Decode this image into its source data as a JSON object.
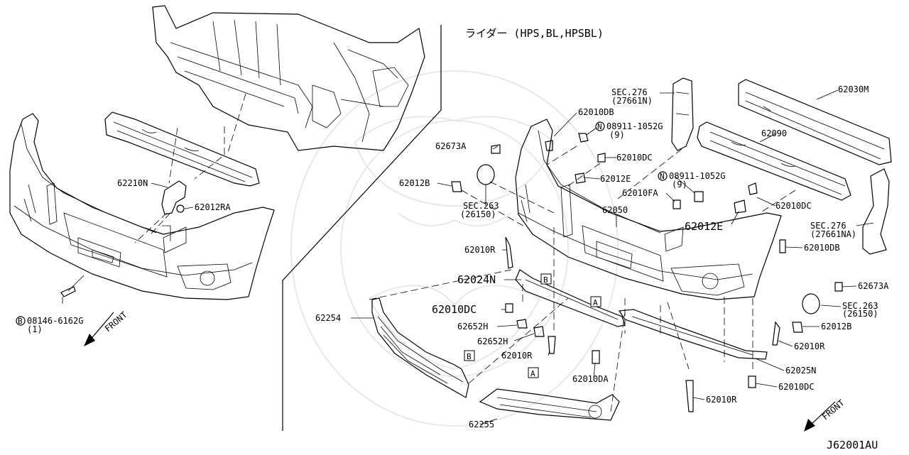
{
  "diagram": {
    "header_note": "ライダー (HPS,BL,HPSBL)",
    "diagram_code": "J62001AU",
    "front_label_left": "FRONT",
    "front_label_right": "FRONT",
    "box_markers": {
      "a": "A",
      "b": "B"
    },
    "labels_left": {
      "p62210N": "62210N",
      "p62012RA": "62012RA",
      "bolt_id": "08146-6162G",
      "bolt_qty": "(1)",
      "bolt_prefix": "B"
    },
    "labels_right": {
      "sec276_a": "SEC.276",
      "sec276_a_sub": "(27661N)",
      "p62030M": "62030M",
      "p62010DB_a": "62010DB",
      "nut_a": "08911-1052G",
      "nut_a_qty": "(9)",
      "nut_prefix": "N",
      "p62673A_a": "62673A",
      "p62010DC_a": "62010DC",
      "p62090": "62090",
      "p62012B_a": "62012B",
      "p62012E_a": "62012E",
      "nut_b": "08911-1052G",
      "nut_b_qty": "(9)",
      "p62010FA": "62010FA",
      "sec263_a": "SEC.263",
      "sec263_a_sub": "(26150)",
      "p62010DC_b": "62010DC",
      "p62050": "62050",
      "p62012E_b": "62012E",
      "sec276_b": "SEC.276",
      "sec276_b_sub": "(27661NA)",
      "p62010R_a": "62010R",
      "p62010DB_b": "62010DB",
      "p62024N": "62024N",
      "p62673A_b": "62673A",
      "p62254": "62254",
      "p62010DC_c": "62010DC",
      "sec263_b": "SEC.263",
      "sec263_b_sub": "(26150)",
      "p62012B_b": "62012B",
      "p62652H_a": "62652H",
      "p62652H_b": "62652H",
      "p62010R_b": "62010R",
      "p62010R_c": "62010R",
      "p62010DA": "62010DA",
      "p62025N": "62025N",
      "p62010DC_d": "62010DC",
      "p62255": "62255",
      "p62010R_d": "62010R"
    }
  }
}
